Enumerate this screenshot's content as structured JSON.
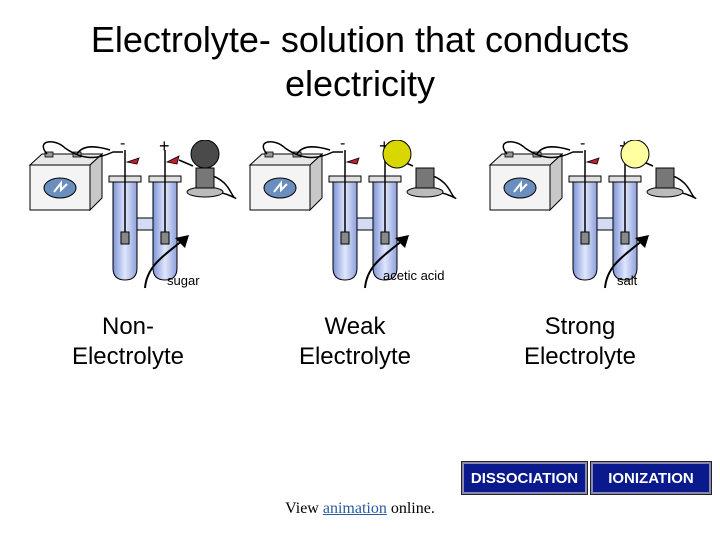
{
  "title": {
    "line1": "Electrolyte- solution that conducts",
    "line2": "electricity"
  },
  "setups": [
    {
      "solute": "sugar",
      "category_line1": "Non-",
      "category_line2": "Electrolyte",
      "bulb_color": "#4a4a4a",
      "bulb_state": "off"
    },
    {
      "solute": "acetic acid",
      "category_line1": "Weak",
      "category_line2": "Electrolyte",
      "bulb_color": "#d8d800",
      "bulb_state": "dim"
    },
    {
      "solute": "salt",
      "category_line1": "Strong",
      "category_line2": "Electrolyte",
      "bulb_color": "#ffffa0",
      "bulb_state": "bright"
    }
  ],
  "battery": {
    "minus": "-",
    "plus": "+"
  },
  "buttons": {
    "dissociation": "DISSOCIATION",
    "ionization": "IONIZATION"
  },
  "footer": {
    "prefix": "View ",
    "link": "animation",
    "suffix": " online."
  },
  "colors": {
    "button_bg": "#0a1a8c",
    "solution": "#b8c6ec",
    "wire_red": "#c0202a",
    "link": "#2a5aa0"
  }
}
